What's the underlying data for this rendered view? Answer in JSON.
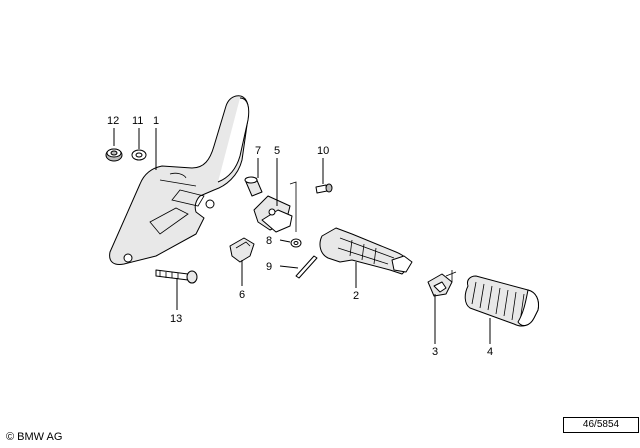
{
  "callouts": {
    "c1": "1",
    "c2": "2",
    "c3": "3",
    "c4": "4",
    "c5": "5",
    "c6": "6",
    "c7": "7",
    "c8": "8",
    "c9": "9",
    "c10": "10",
    "c11": "11",
    "c12": "12",
    "c13": "13"
  },
  "footer": {
    "copyright": "© BMW AG",
    "reference": "46/5854"
  }
}
